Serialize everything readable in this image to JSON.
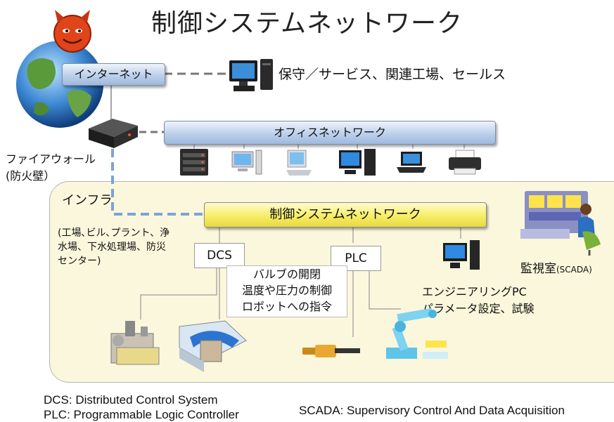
{
  "title": "制御システムネットワーク",
  "internet_label": "インターネット",
  "maintenance_label": "保守／サービス、関連工場、セールス",
  "firewall": {
    "line1": "ファイアウォール",
    "line2": "(防火壁）"
  },
  "office_network_label": "オフィスネットワーク",
  "infra": {
    "label": "インフラ",
    "desc_lines": [
      "(工場､ビル､プラント、浄",
      "水場、下水処理場、防災",
      "センター)"
    ]
  },
  "control_network_label": "制御システムネットワーク",
  "dcs_label": "DCS",
  "plc_label": "PLC",
  "control_desc_lines": [
    "バルブの開閉",
    "温度や圧力の制御",
    "ロボットへの指令"
  ],
  "engineering": {
    "line1": "エンジニアリングPC",
    "line2": "パラメータ設定、試験"
  },
  "monitor": {
    "label": "監視室",
    "suffix": "(SCADA)"
  },
  "footnotes": {
    "dcs": "DCS: Distributed Control System",
    "plc": "PLC:  Programmable Logic Controller",
    "scada": "SCADA: Supervisory Control And Data Acquisition"
  },
  "colors": {
    "blue_bar": "#bcd0ea",
    "yellow_bar": "#f7ee66",
    "infra_bg": "#fbf7dc",
    "dashed_link": "#7ba3d6",
    "devil": "#e0441a"
  },
  "icons": [
    "globe-icon",
    "devil-icon",
    "computer-icon",
    "firewall-icon",
    "server-icon",
    "desktop-icon",
    "laptop-icon",
    "printer-icon",
    "operator-icon",
    "plant-icon",
    "water-tank-icon",
    "valve-icon",
    "robot-arm-icon"
  ]
}
